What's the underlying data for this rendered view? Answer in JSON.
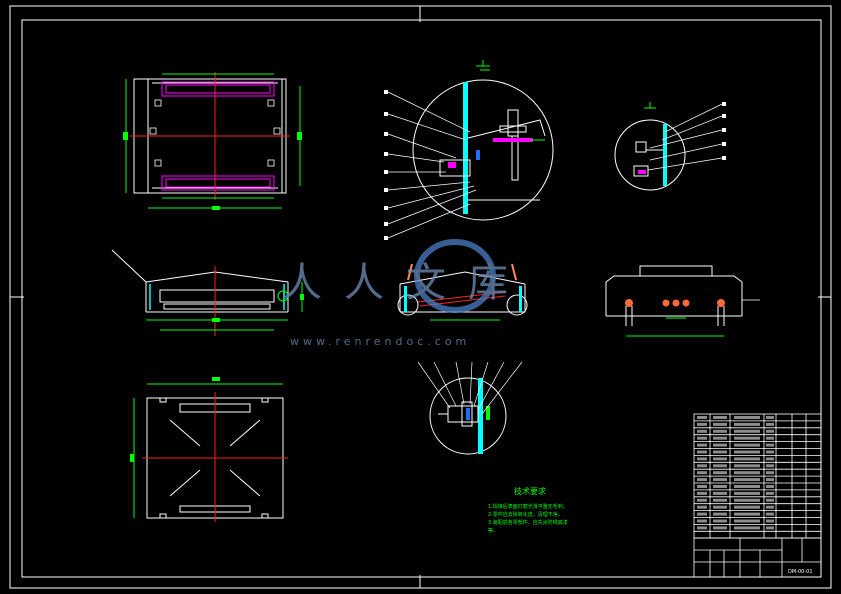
{
  "colors": {
    "background": "#000000",
    "line": "#ffffff",
    "center_line": "#ff2020",
    "part": "#00ff00",
    "highlight": "#ff00ff",
    "cyan": "#00ffff",
    "accent_blue": "#1e6fff",
    "yellow": "#ffff00",
    "watermark": "#6f8fb8"
  },
  "tech_requirements": {
    "title": "技术要求",
    "items": [
      "1.焊接后表面打磨光滑平整无毛刺。",
      "2.零件应去除氧化皮，清理干净。",
      "3.装配前各零部件，应先涂防锈底漆",
      "等。"
    ]
  },
  "title_block": {
    "drawing_number": "DM-00-01"
  },
  "watermark": {
    "brand": "人人文库",
    "url": "www.renrendoc.com"
  }
}
